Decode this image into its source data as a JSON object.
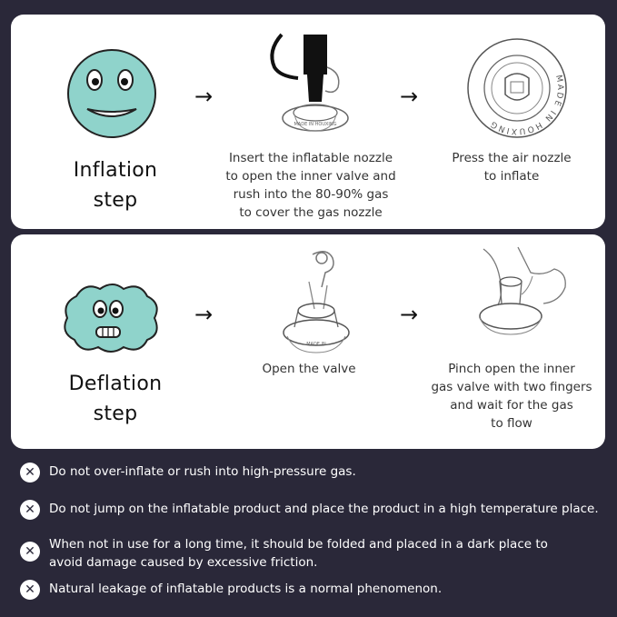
{
  "inflation": {
    "title_line1": "Inflation",
    "title_line2": "step",
    "step1_lines": [
      "Insert the inflatable nozzle",
      "to open the inner valve and",
      "rush into the 80-90% gas",
      "to cover the gas nozzle"
    ],
    "step2_lines": [
      "Press the air nozzle",
      "to inflate"
    ],
    "valve_ring_text": "MADE IN HOUXING",
    "valve_small_text": "MADE IN HOUXING"
  },
  "deflation": {
    "title_line1": "Deflation",
    "title_line2": "step",
    "step1_lines": [
      "Open the valve"
    ],
    "step2_lines": [
      "Pinch open the inner",
      "gas valve with two fingers",
      "and wait for the gas",
      "to flow"
    ],
    "valve_small_text": "MADE IN"
  },
  "arrow_glyph": "→",
  "icons": {
    "face_color": "#8fd3cb",
    "note_icon": "x-circle-icon"
  },
  "notes": [
    "Do not over-inflate or rush into high-pressure gas.",
    "Do not jump on the inflatable product and place the product in a high temperature place.",
    "When not in use for a long time, it should be folded and placed in a dark place to avoid damage caused by excessive friction.",
    "Natural leakage of inflatable products is a normal phenomenon."
  ]
}
